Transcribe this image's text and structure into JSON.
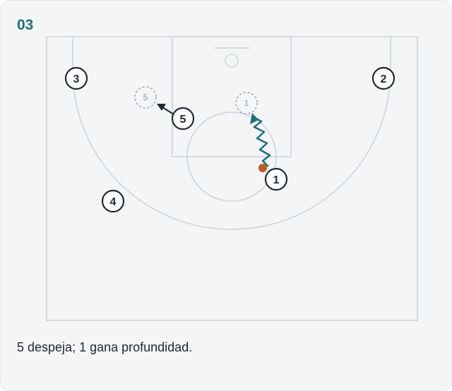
{
  "play": {
    "number": "03",
    "caption": "5 despeja; 1 gana profundidad."
  },
  "colors": {
    "card_bg": "#f3f5f7",
    "court_lines": "#c9d3da",
    "accent": "#1d6f80",
    "player_stroke": "#1f2937",
    "ball": "#b85c1a",
    "ghost": "#9aa5b1"
  },
  "players": [
    {
      "id": "p1",
      "label": "1"
    },
    {
      "id": "p2",
      "label": "2"
    },
    {
      "id": "p3",
      "label": "3"
    },
    {
      "id": "p4",
      "label": "4"
    },
    {
      "id": "p5",
      "label": "5"
    }
  ],
  "ghosts": [
    {
      "id": "g5",
      "label": "5"
    },
    {
      "id": "g1",
      "label": "1"
    }
  ],
  "actions": [
    {
      "type": "cut",
      "player": "5",
      "description": "arrow"
    },
    {
      "type": "dribble",
      "player": "1",
      "description": "zigzag"
    }
  ]
}
